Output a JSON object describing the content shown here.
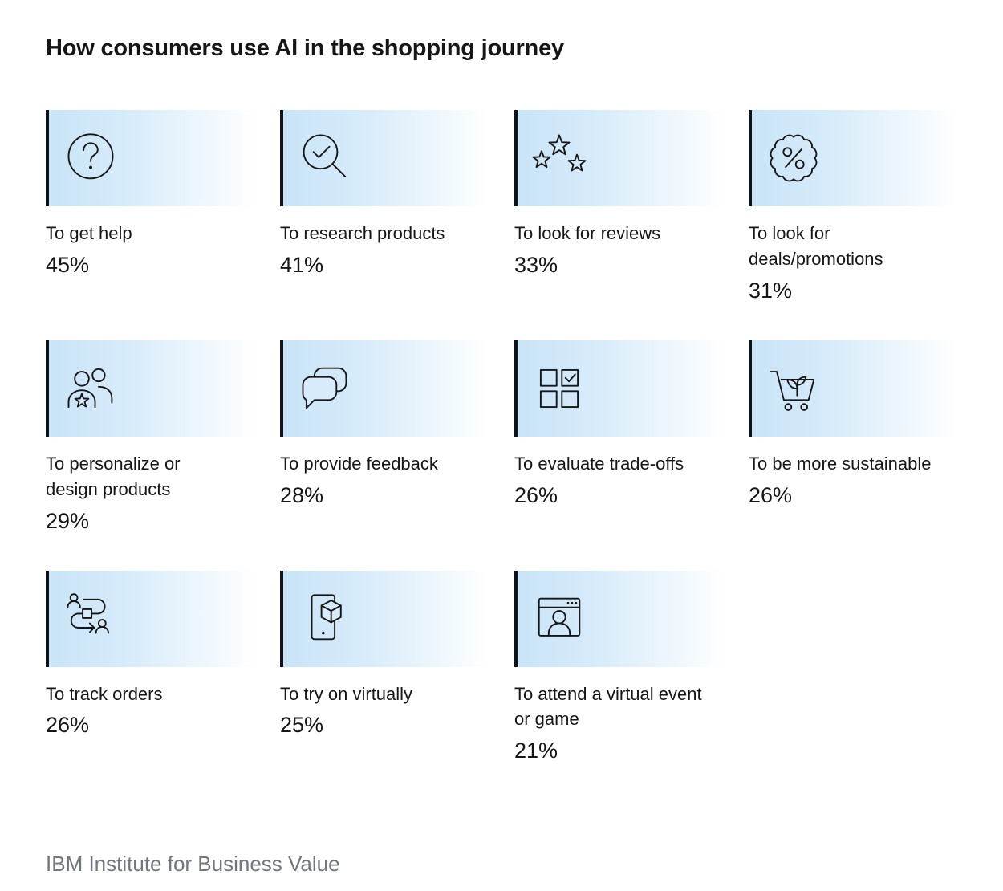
{
  "title": "How consumers use AI in the shopping journey",
  "source": "IBM Institute for Business Value",
  "colors": {
    "text": "#161616",
    "tile_gradient_start": "#c9e4f8",
    "tile_gradient_end": "#ffffff",
    "tile_left_bar": "#10131a",
    "source_text": "#6f7680",
    "icon_stroke": "#161616"
  },
  "cards": [
    {
      "label": "To get help",
      "value": "45%",
      "icon": "help-icon"
    },
    {
      "label": "To research products",
      "value": "41%",
      "icon": "search-check-icon"
    },
    {
      "label": "To look for reviews",
      "value": "33%",
      "icon": "stars-icon"
    },
    {
      "label": "To look for deals/promotions",
      "value": "31%",
      "icon": "discount-badge-icon"
    },
    {
      "label": "To personalize or design products",
      "value": "29%",
      "icon": "user-star-icon"
    },
    {
      "label": "To provide feedback",
      "value": "28%",
      "icon": "chat-bubbles-icon"
    },
    {
      "label": "To evaluate trade-offs",
      "value": "26%",
      "icon": "checklist-grid-icon"
    },
    {
      "label": "To be more sustainable",
      "value": "26%",
      "icon": "cart-leaf-icon"
    },
    {
      "label": "To track orders",
      "value": "26%",
      "icon": "order-route-icon"
    },
    {
      "label": "To try on virtually",
      "value": "25%",
      "icon": "phone-cube-icon"
    },
    {
      "label": "To attend a virtual event or game",
      "value": "21%",
      "icon": "virtual-event-icon"
    }
  ],
  "chart_data": {
    "type": "bar",
    "title": "How consumers use AI in the shopping journey",
    "categories": [
      "To get help",
      "To research products",
      "To look for reviews",
      "To look for deals/promotions",
      "To personalize or design products",
      "To provide feedback",
      "To evaluate trade-offs",
      "To be more sustainable",
      "To track orders",
      "To try on virtually",
      "To attend a virtual event or game"
    ],
    "values": [
      45,
      41,
      33,
      31,
      29,
      28,
      26,
      26,
      26,
      25,
      21
    ],
    "unit": "%",
    "xlabel": "",
    "ylabel": "",
    "legend": false,
    "layout": "icon-tile pictogram grid, 4 columns x 3 rows",
    "source": "IBM Institute for Business Value"
  }
}
